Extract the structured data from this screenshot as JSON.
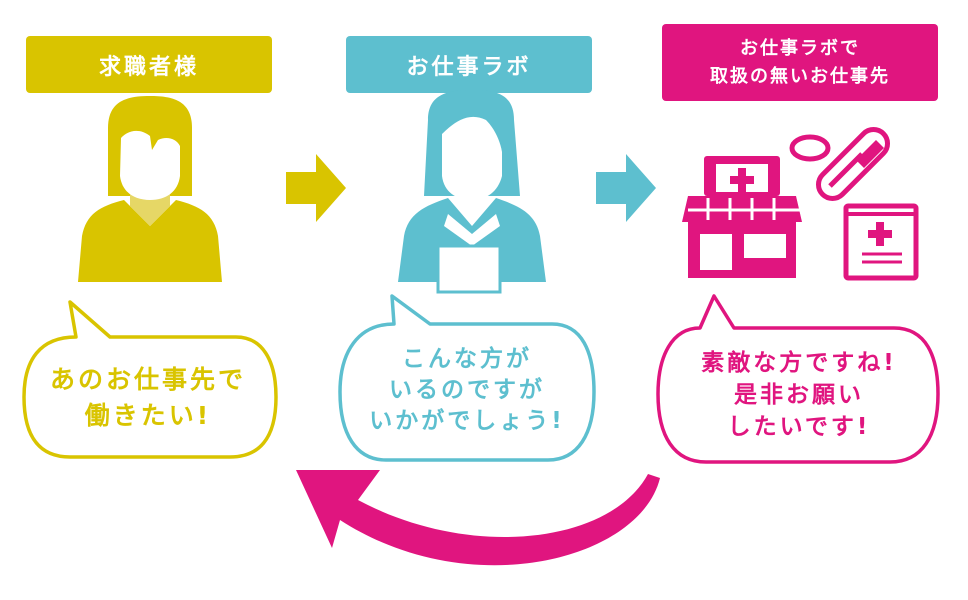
{
  "colors": {
    "seeker": "#d9c400",
    "lab": "#5dbfcf",
    "target": "#e0157f"
  },
  "labels": {
    "seeker": "求職者様",
    "lab": "お仕事ラボ",
    "target_line1": "お仕事ラボで",
    "target_line2": "取扱の無いお仕事先"
  },
  "bubbles": {
    "seeker": [
      "あのお仕事先で",
      "働きたい!"
    ],
    "lab": [
      "こんな方が",
      "いるのですが",
      "いかがでしょう!"
    ],
    "target": [
      "素敵な方ですね!",
      "是非お願い",
      "したいです!"
    ]
  },
  "icons": {
    "seeker": "person-icon",
    "lab": "staff-with-clipboard-icon",
    "target": [
      "pharmacy-store-icon",
      "pill-capsule-icon",
      "tablet-icon",
      "medicine-bag-icon"
    ]
  }
}
